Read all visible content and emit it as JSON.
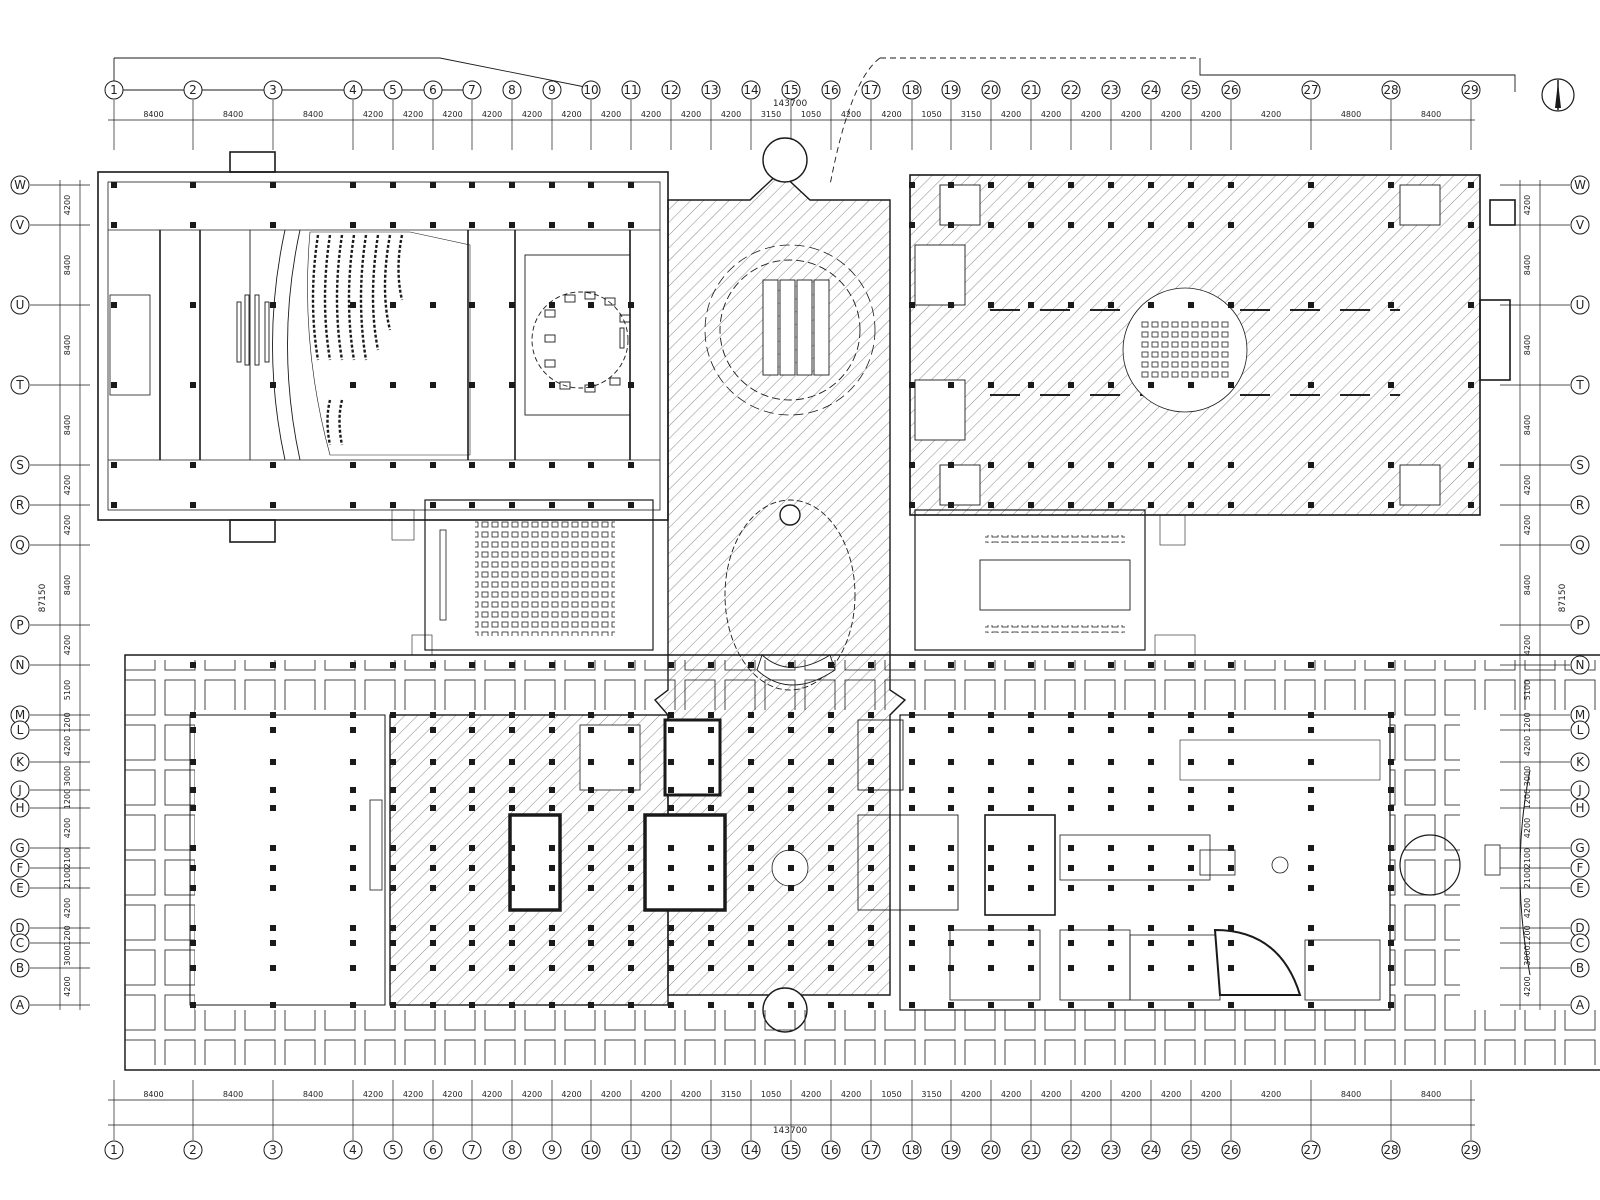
{
  "grid": {
    "columns": [
      "1",
      "2",
      "3",
      "4",
      "5",
      "6",
      "7",
      "8",
      "9",
      "10",
      "11",
      "12",
      "13",
      "14",
      "15",
      "16",
      "17",
      "18",
      "19",
      "20",
      "21",
      "22",
      "23",
      "24",
      "25",
      "26",
      "27",
      "28",
      "29"
    ],
    "rows": [
      "W",
      "V",
      "U",
      "T",
      "S",
      "R",
      "Q",
      "P",
      "N",
      "M",
      "L",
      "K",
      "J",
      "H",
      "G",
      "F",
      "E",
      "D",
      "C",
      "B",
      "A"
    ]
  },
  "dimensions": {
    "total_horizontal": "143700",
    "total_vertical": "87150",
    "column_spacings_top": [
      "8400",
      "8400",
      "8400",
      "4200",
      "4200",
      "4200",
      "4200",
      "4200",
      "4200",
      "4200",
      "4200",
      "4200",
      "4200",
      "3150",
      "1050",
      "4200",
      "4200",
      "1050",
      "3150",
      "4200",
      "4200",
      "4200",
      "4200",
      "4200",
      "4200",
      "4200",
      "4800",
      "8400",
      "8400",
      "8400"
    ],
    "column_spacings_bottom": [
      "8400",
      "8400",
      "8400",
      "4200",
      "4200",
      "4200",
      "4200",
      "4200",
      "4200",
      "4200",
      "4200",
      "4200",
      "3150",
      "1050",
      "4200",
      "4200",
      "1050",
      "3150",
      "4200",
      "4200",
      "4200",
      "4200",
      "4200",
      "4200",
      "4200",
      "4200",
      "8400",
      "8400",
      "8400"
    ],
    "row_spacings_left": [
      "4200",
      "8400",
      "8400",
      "8400",
      "4200",
      "4200",
      "8400",
      "4200",
      "5100",
      "1200",
      "4200",
      "3000",
      "1200",
      "4200",
      "2100",
      "2100",
      "4200",
      "1200",
      "3000",
      "4200"
    ],
    "row_spacings_right": [
      "4200",
      "8400",
      "8400",
      "8400",
      "4200",
      "4200",
      "8400",
      "4200",
      "5100",
      "1200",
      "4200",
      "3000",
      "1200",
      "4200",
      "2100",
      "2100",
      "4200",
      "1200",
      "3000",
      "4200"
    ]
  },
  "colors": {
    "line": "#1a1a1a",
    "hatch": "#555555",
    "background": "#ffffff"
  },
  "icons": {
    "north_arrow": "north-arrow-icon"
  }
}
